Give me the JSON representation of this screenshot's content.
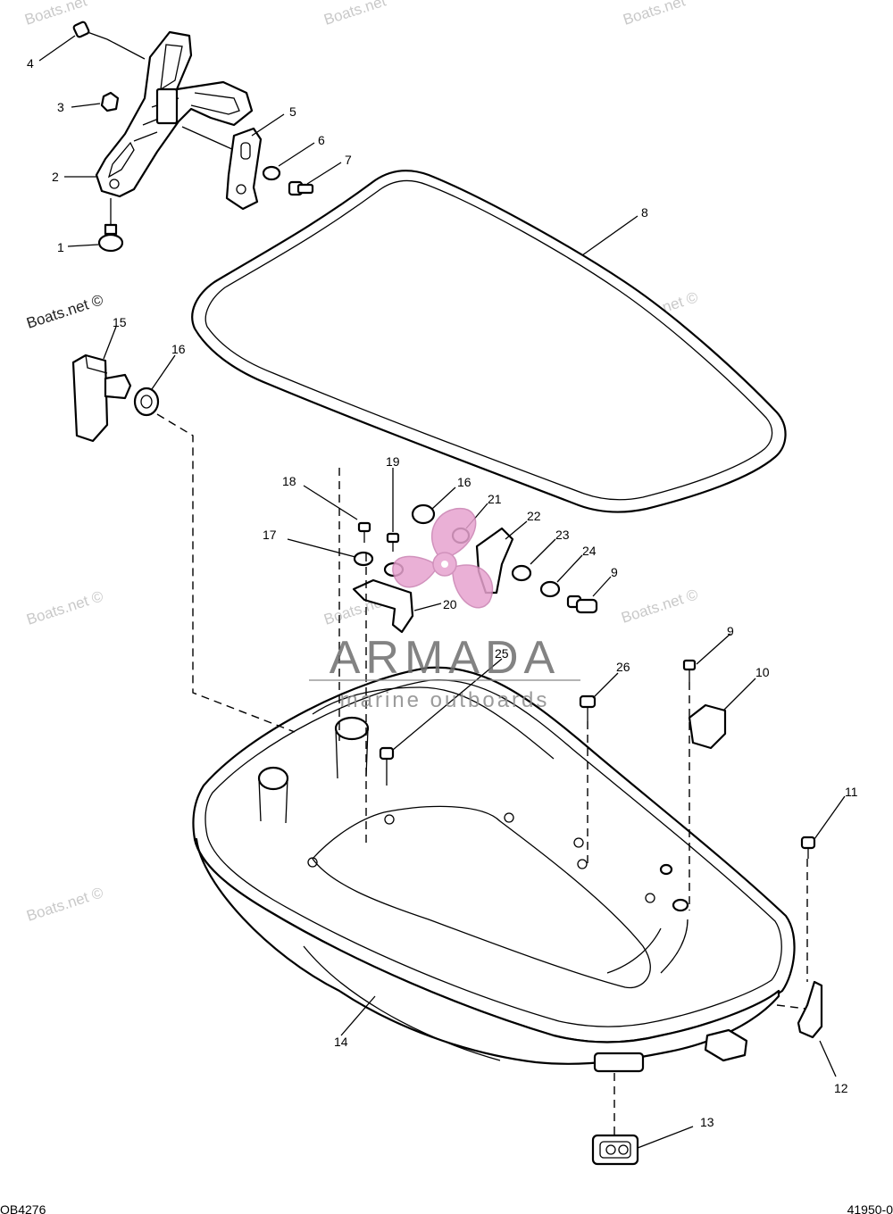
{
  "callouts": {
    "c1": "1",
    "c2": "2",
    "c3": "3",
    "c4": "4",
    "c5": "5",
    "c6": "6",
    "c7": "7",
    "c8": "8",
    "c9a": "9",
    "c9b": "9",
    "c10": "10",
    "c11": "11",
    "c12": "12",
    "c13": "13",
    "c14": "14",
    "c15": "15",
    "c16a": "16",
    "c16b": "16",
    "c17": "17",
    "c18": "18",
    "c19": "19",
    "c20": "20",
    "c21": "21",
    "c22": "22",
    "c23": "23",
    "c24": "24",
    "c25": "25",
    "c26": "26"
  },
  "watermark": {
    "text": "Boats.net ©",
    "top_left_fragment": "Boats.net",
    "top_center_fragment": "Boats.net",
    "top_right_fragment": "Boats.net"
  },
  "logo": {
    "name": "ARMADA",
    "tagline": "marine outboards",
    "colors": {
      "propeller": "#e7a3cf",
      "text": "#6e6e6e"
    }
  },
  "codes": {
    "left": "OB4276",
    "right": "41950-0"
  }
}
